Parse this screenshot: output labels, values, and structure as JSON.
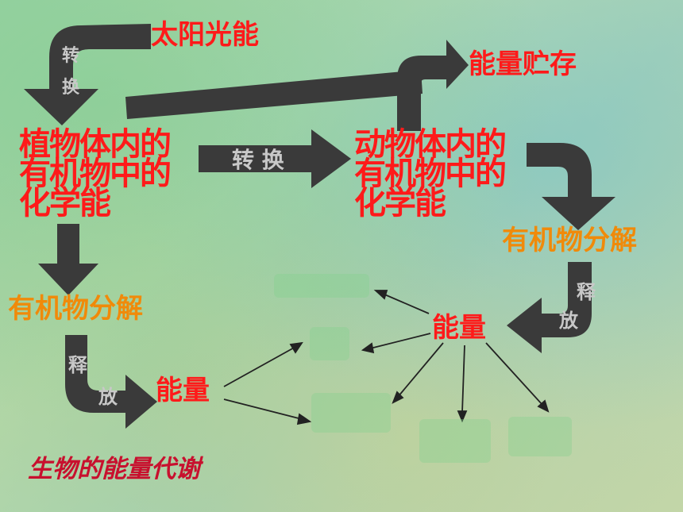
{
  "nodes": {
    "solar_energy": "太阳光能",
    "energy_storage": "能量贮存",
    "plant_chemical_energy": [
      "植物体内的",
      "有机物中的",
      "化学能"
    ],
    "animal_chemical_energy": [
      "动物体内的",
      "有机物中的",
      "化学能"
    ],
    "organic_decomposition_left": "有机物分解",
    "organic_decomposition_right": "有机物分解",
    "energy_left": "能量",
    "energy_right": "能量"
  },
  "arrow_labels": {
    "convert_vertical": [
      "转",
      "换"
    ],
    "convert_horizontal": "转 换",
    "release_left": [
      "释",
      "放"
    ],
    "release_right": [
      "释",
      "放"
    ]
  },
  "caption": "生物的能量代谢",
  "colors": {
    "red": "#ff1a1a",
    "orange": "#f08a0a",
    "arrow": "#3a3a3a",
    "arrow_label": "#c8c8c8",
    "caption": "#c8102e"
  }
}
